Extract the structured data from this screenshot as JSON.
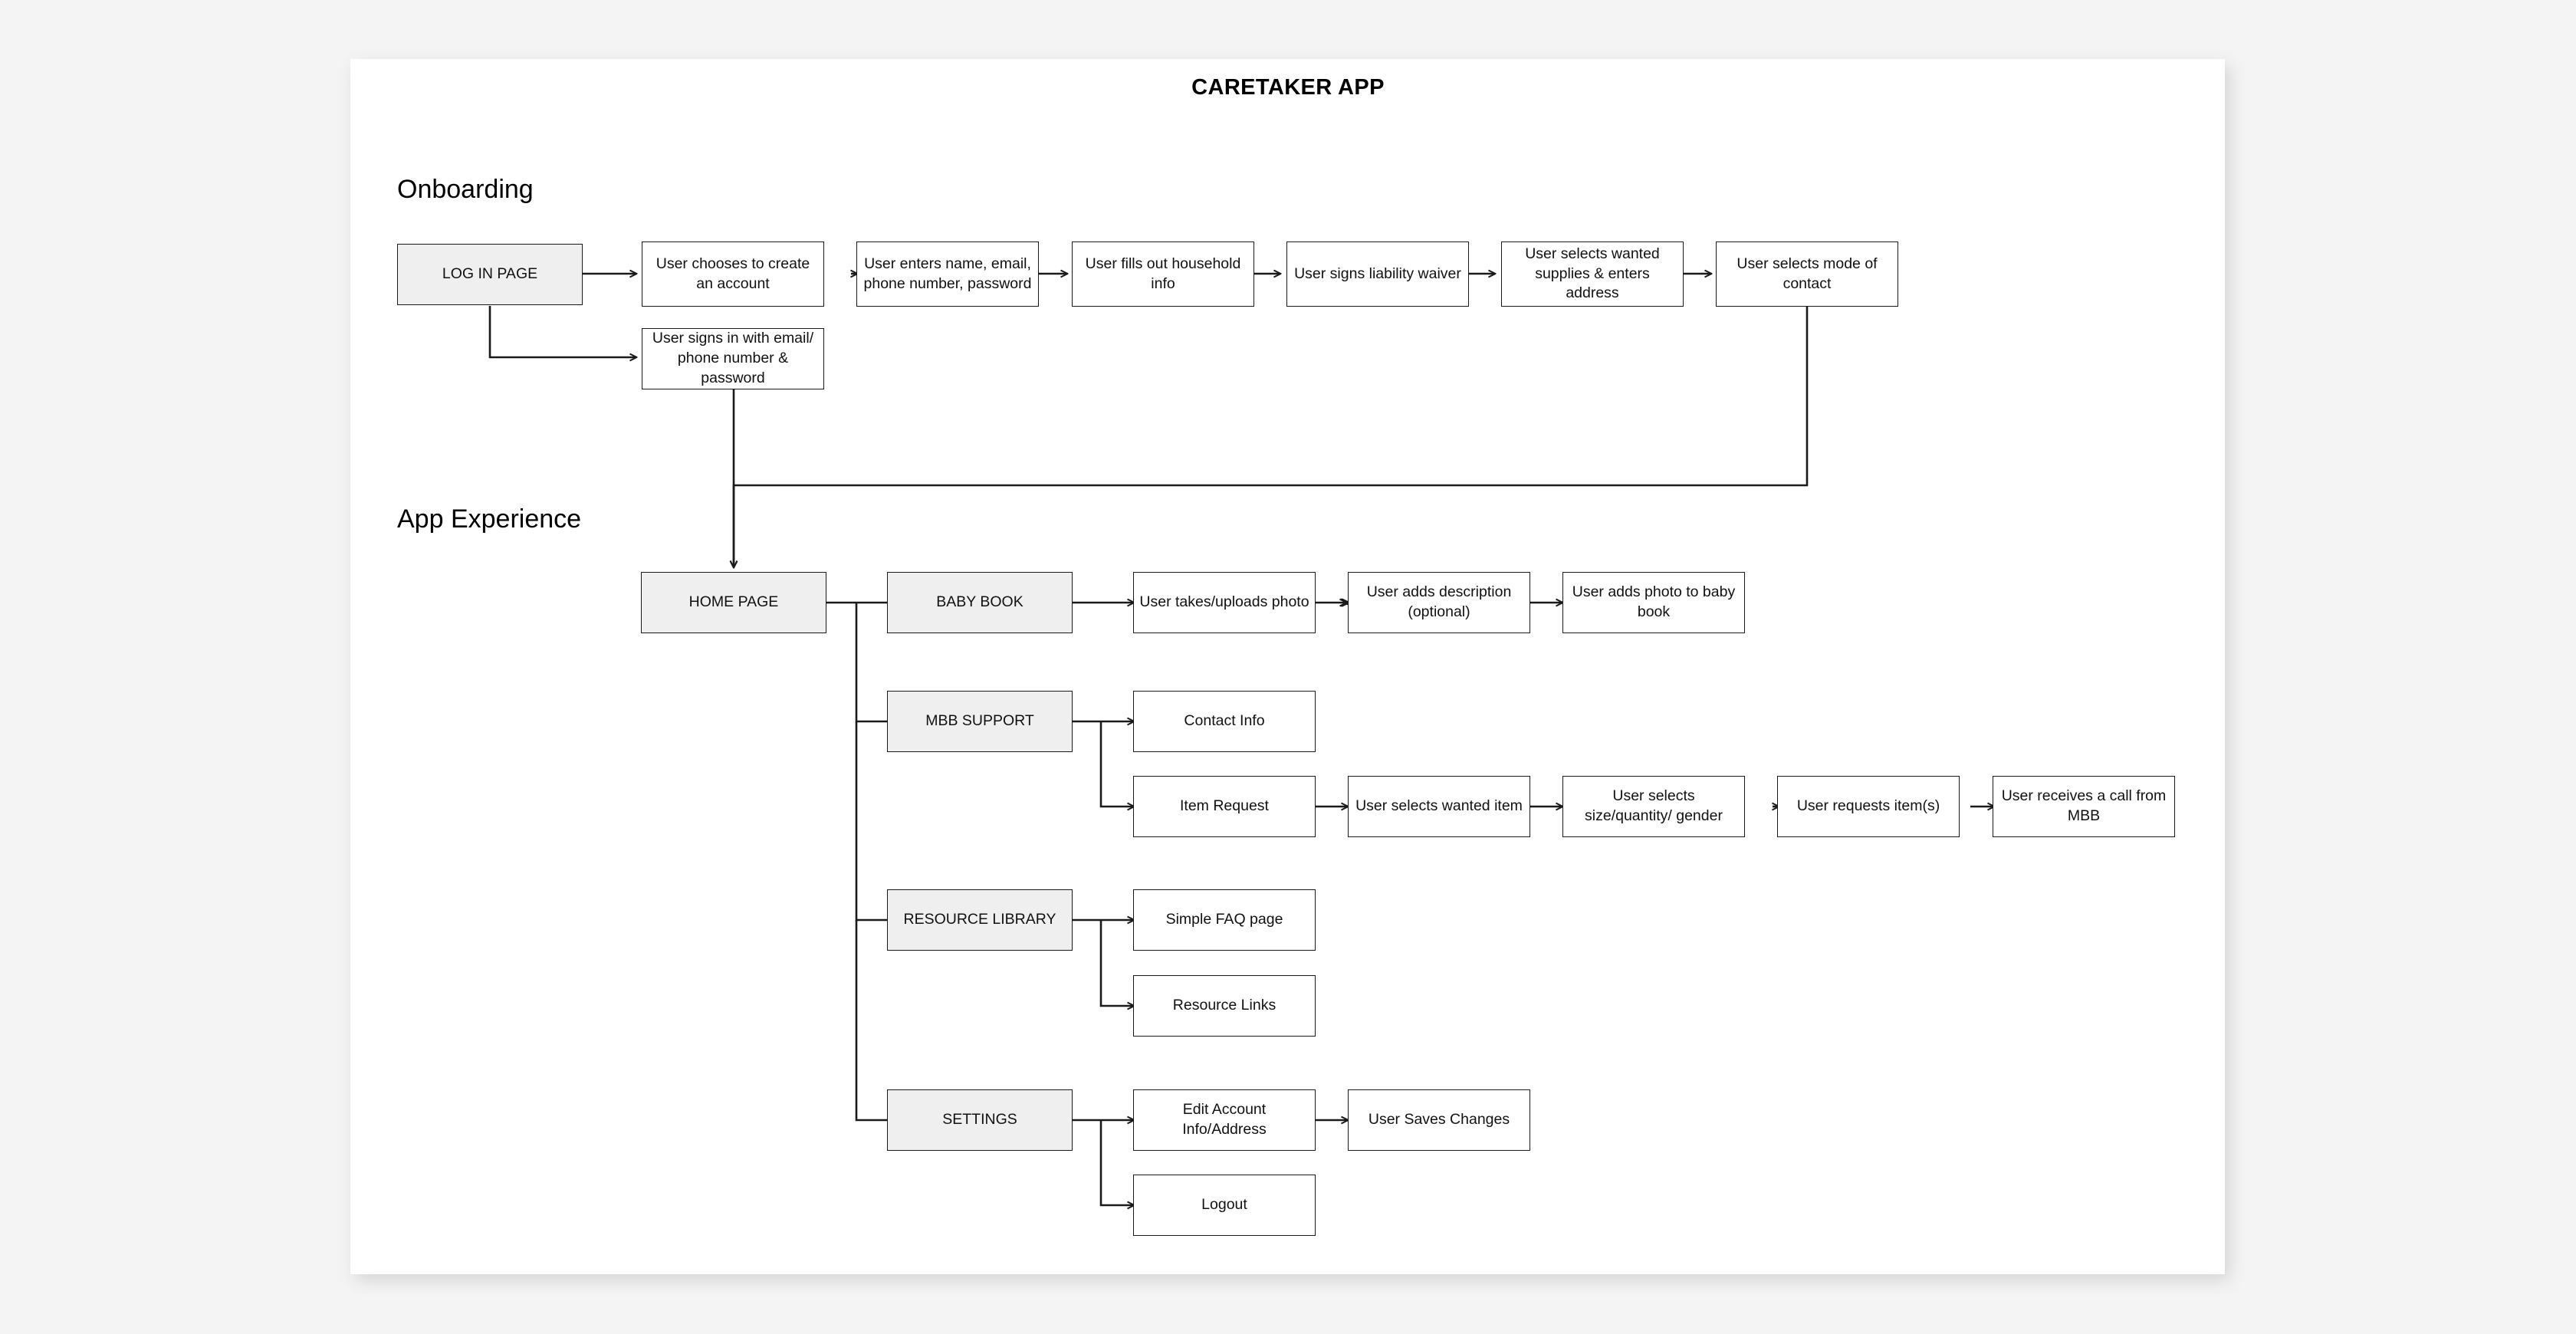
{
  "page": {
    "title": "CARETAKER APP",
    "background_color": "#f4f4f4",
    "canvas_color": "#ffffff",
    "shaded_node_color": "#efefef",
    "line_color": "#1a1a1a"
  },
  "sections": [
    {
      "id": "onboarding",
      "label": "Onboarding"
    },
    {
      "id": "app-experience",
      "label": "App Experience"
    }
  ],
  "nodes": {
    "log_in_page": "LOG IN PAGE",
    "create_account": "User chooses to create an account",
    "enter_details": "User enters name, email, phone number, password",
    "household_info": "User fills out household info",
    "liability_waiver": "User signs liability waiver",
    "supplies_address": "User selects wanted supplies & enters address",
    "mode_of_contact": "User selects mode of contact",
    "sign_in": "User signs in with email/ phone number & password",
    "home_page": "HOME PAGE",
    "baby_book": "BABY BOOK",
    "takes_photo": "User takes/uploads photo",
    "adds_description": "User adds description (optional)",
    "adds_photo_to_book": "User adds photo to baby book",
    "mbb_support": "MBB SUPPORT",
    "contact_info": "Contact Info",
    "item_request": "Item Request",
    "selects_item": "User selects wanted item",
    "selects_size": "User selects size/quantity/ gender",
    "requests_items": "User requests item(s)",
    "receives_call": "User receives a call from MBB",
    "resource_library": "RESOURCE LIBRARY",
    "faq_page": "Simple FAQ page",
    "resource_links": "Resource Links",
    "settings": "SETTINGS",
    "edit_account": "Edit Account Info/Address",
    "saves_changes": "User Saves Changes",
    "logout": "Logout"
  },
  "chart_data": {
    "type": "diagram",
    "title": "CARETAKER APP",
    "diagram_kind": "user-flow-flowchart",
    "groups": [
      {
        "name": "Onboarding",
        "steps": [
          "LOG IN PAGE",
          "User chooses to create an account",
          "User enters name, email, phone number, password",
          "User fills out household info",
          "User signs liability waiver",
          "User selects wanted supplies & enters address",
          "User selects mode of contact",
          "User signs in with email/ phone number & password"
        ]
      },
      {
        "name": "App Experience",
        "steps": [
          "HOME PAGE",
          "BABY BOOK",
          "User takes/uploads photo",
          "User adds description (optional)",
          "User adds photo to baby book",
          "MBB SUPPORT",
          "Contact Info",
          "Item Request",
          "User selects wanted item",
          "User selects size/quantity/ gender",
          "User requests item(s)",
          "User receives a call from MBB",
          "RESOURCE LIBRARY",
          "Simple FAQ page",
          "Resource Links",
          "SETTINGS",
          "Edit Account Info/Address",
          "User Saves Changes",
          "Logout"
        ]
      }
    ],
    "edges": [
      [
        "LOG IN PAGE",
        "User chooses to create an account"
      ],
      [
        "LOG IN PAGE",
        "User signs in with email/ phone number & password"
      ],
      [
        "User chooses to create an account",
        "User enters name, email, phone number, password"
      ],
      [
        "User enters name, email, phone number, password",
        "User fills out household info"
      ],
      [
        "User fills out household info",
        "User signs liability waiver"
      ],
      [
        "User signs liability waiver",
        "User selects wanted supplies & enters address"
      ],
      [
        "User selects wanted supplies & enters address",
        "User selects mode of contact"
      ],
      [
        "User selects mode of contact",
        "HOME PAGE"
      ],
      [
        "User signs in with email/ phone number & password",
        "HOME PAGE"
      ],
      [
        "HOME PAGE",
        "BABY BOOK"
      ],
      [
        "HOME PAGE",
        "MBB SUPPORT"
      ],
      [
        "HOME PAGE",
        "RESOURCE LIBRARY"
      ],
      [
        "HOME PAGE",
        "SETTINGS"
      ],
      [
        "BABY BOOK",
        "User takes/uploads photo"
      ],
      [
        "User takes/uploads photo",
        "User adds description (optional)"
      ],
      [
        "User adds description (optional)",
        "User adds photo to baby book"
      ],
      [
        "MBB SUPPORT",
        "Contact Info"
      ],
      [
        "MBB SUPPORT",
        "Item Request"
      ],
      [
        "Item Request",
        "User selects wanted item"
      ],
      [
        "User selects wanted item",
        "User selects size/quantity/ gender"
      ],
      [
        "User selects size/quantity/ gender",
        "User requests item(s)"
      ],
      [
        "User requests item(s)",
        "User receives a call from MBB"
      ],
      [
        "RESOURCE LIBRARY",
        "Simple FAQ page"
      ],
      [
        "RESOURCE LIBRARY",
        "Resource Links"
      ],
      [
        "SETTINGS",
        "Edit Account Info/Address"
      ],
      [
        "Edit Account Info/Address",
        "User Saves Changes"
      ],
      [
        "SETTINGS",
        "Logout"
      ]
    ]
  }
}
